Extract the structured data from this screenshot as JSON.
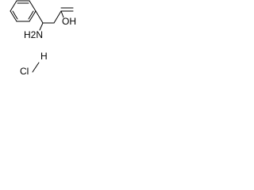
{
  "molecule": {
    "substituents": {
      "amino": "H2N",
      "hydroxyl": "OH"
    },
    "salt": {
      "hydrogen": "H",
      "chlorine": "Cl"
    }
  }
}
